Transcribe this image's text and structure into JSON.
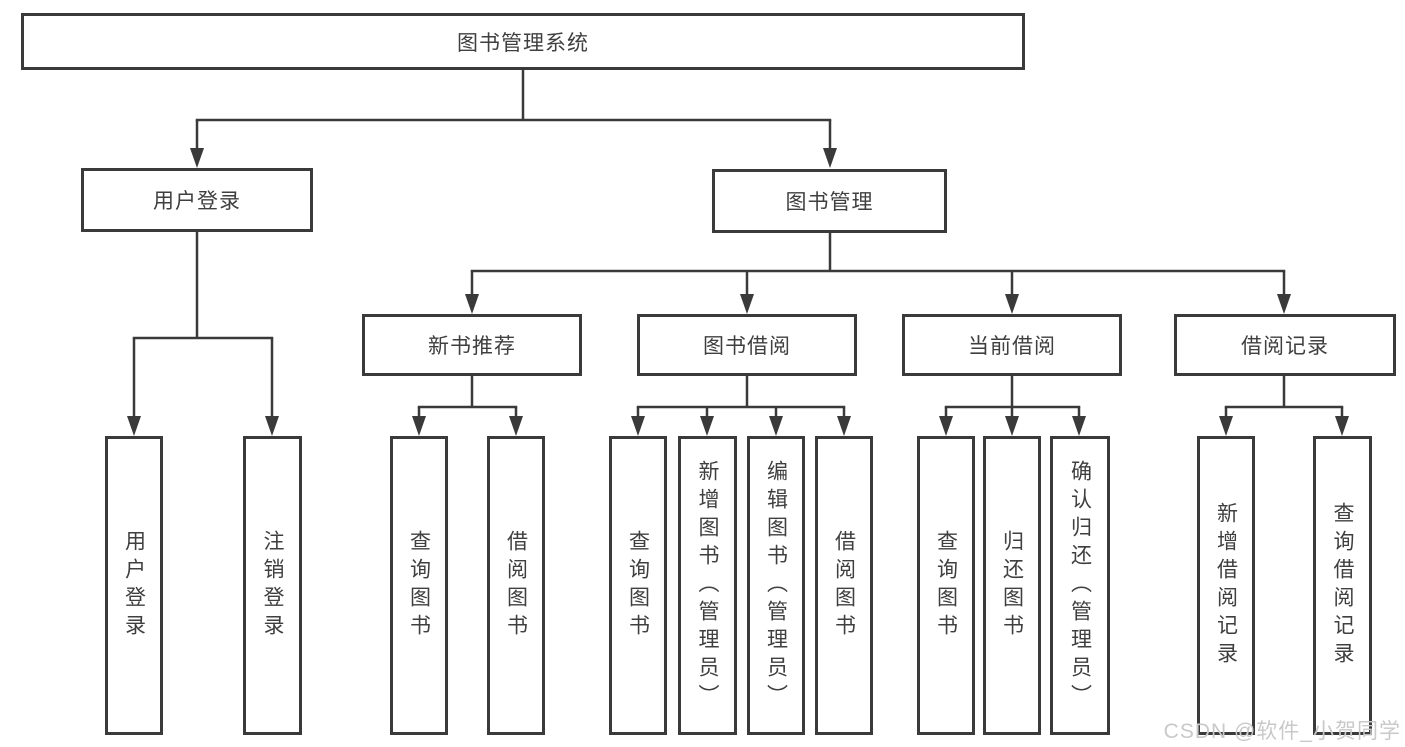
{
  "diagram": {
    "tree": {
      "label": "图书管理系统",
      "children": [
        {
          "label": "用户登录",
          "children": [
            {
              "label": "用户登录"
            },
            {
              "label": "注销登录"
            }
          ]
        },
        {
          "label": "图书管理",
          "children": [
            {
              "label": "新书推荐",
              "children": [
                {
                  "label": "查询图书"
                },
                {
                  "label": "借阅图书"
                }
              ]
            },
            {
              "label": "图书借阅",
              "children": [
                {
                  "label": "查询图书"
                },
                {
                  "label": "新增图书（管理员）"
                },
                {
                  "label": "编辑图书（管理员）"
                },
                {
                  "label": "借阅图书"
                }
              ]
            },
            {
              "label": "当前借阅",
              "children": [
                {
                  "label": "查询图书"
                },
                {
                  "label": "归还图书"
                },
                {
                  "label": "确认归还（管理员）"
                }
              ]
            },
            {
              "label": "借阅记录",
              "children": [
                {
                  "label": "新增借阅记录"
                },
                {
                  "label": "查询借阅记录"
                }
              ]
            }
          ]
        }
      ]
    }
  },
  "colors": {
    "line": "#3a3a3a",
    "text": "#3f3f3f",
    "background": "#ffffff",
    "watermark": "#c9c9c9"
  },
  "watermark": "CSDN @软件_小贺同学"
}
